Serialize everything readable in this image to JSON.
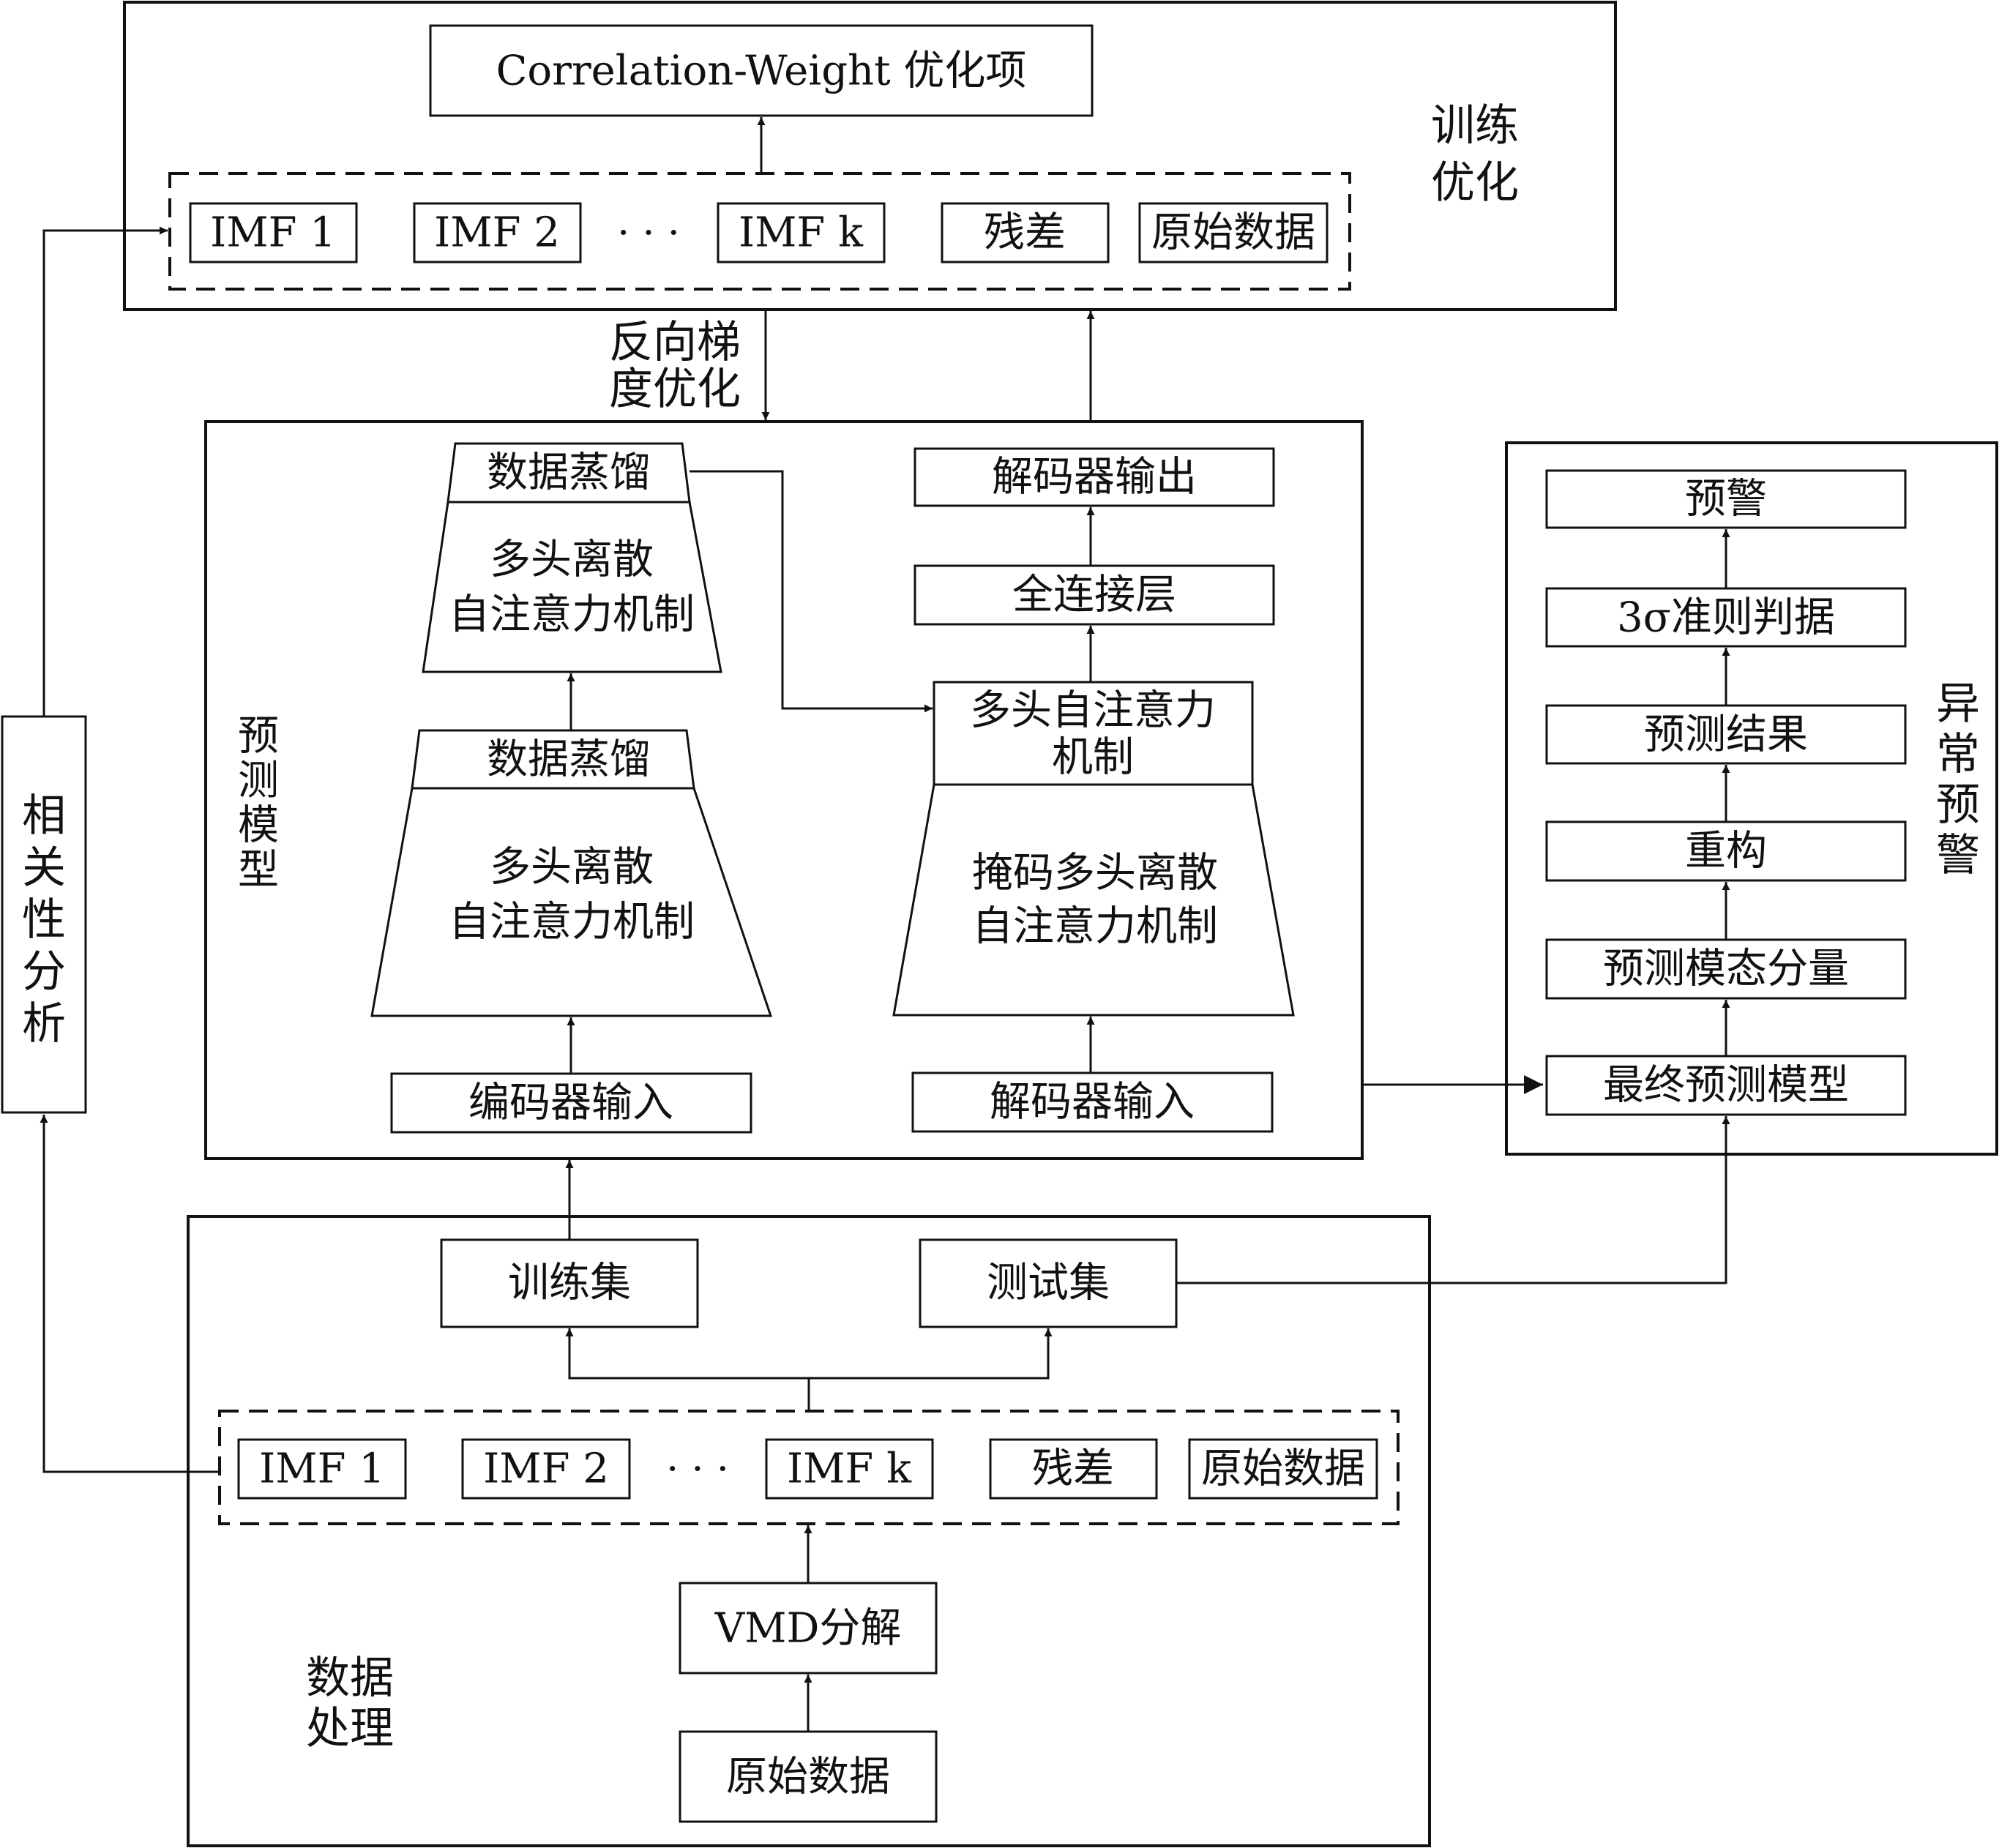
{
  "training": {
    "title_line1": "训练",
    "title_line2": "优化",
    "cw_box": "Correlation-Weight 优化项",
    "imf1": "IMF 1",
    "imf2": "IMF 2",
    "ellipsis": "· · ·",
    "imfk": "IMF k",
    "residual": "残差",
    "raw": "原始数据"
  },
  "backprop": {
    "line1": "反向梯",
    "line2": "度优化"
  },
  "prediction": {
    "title": [
      "预",
      "测",
      "模",
      "型"
    ],
    "distill_top": "数据蒸馏",
    "msa_top_line1": "多头离散",
    "msa_top_line2": "自注意力机制",
    "distill_bottom": "数据蒸馏",
    "msa_bottom_line1": "多头离散",
    "msa_bottom_line2": "自注意力机制",
    "encoder_input": "编码器输入",
    "decoder_output": "解码器输出",
    "fc_layer": "全连接层",
    "mh_attention_line1": "多头自注意力",
    "mh_attention_line2": "机制",
    "masked_line1": "掩码多头离散",
    "masked_line2": "自注意力机制",
    "decoder_input": "解码器输入"
  },
  "correlation": {
    "title": [
      "相",
      "关",
      "性",
      "分",
      "析"
    ]
  },
  "anomaly": {
    "title": [
      "异",
      "常",
      "预",
      "警"
    ],
    "warning": "预警",
    "three_sigma": "3σ准则判据",
    "pred_result": "预测结果",
    "reconstruct": "重构",
    "pred_modal": "预测模态分量",
    "final_model": "最终预测模型"
  },
  "data_processing": {
    "title_line1": "数据",
    "title_line2": "处理",
    "train_set": "训练集",
    "test_set": "测试集",
    "imf1": "IMF 1",
    "imf2": "IMF 2",
    "ellipsis": "· · ·",
    "imfk": "IMF k",
    "residual": "残差",
    "raw_in_group": "原始数据",
    "vmd": "VMD分解",
    "raw": "原始数据"
  }
}
